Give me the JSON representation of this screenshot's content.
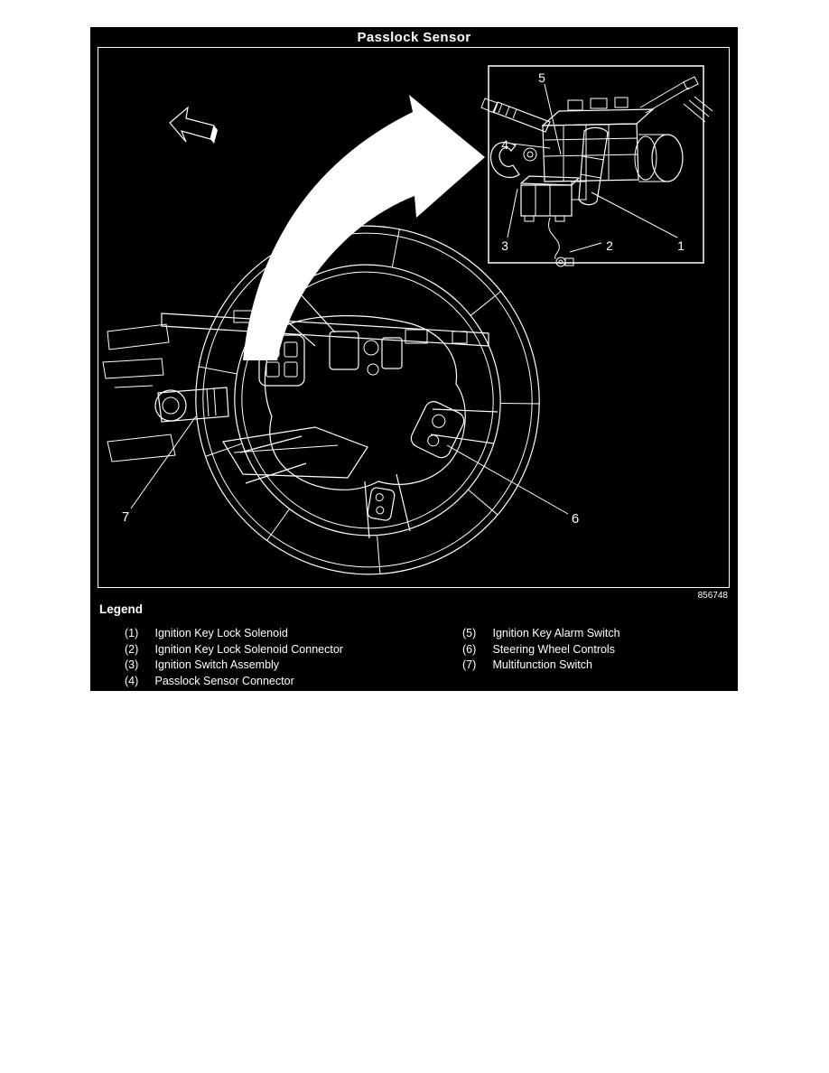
{
  "figure": {
    "title": "Passlock Sensor",
    "figure_number": "856748",
    "colors": {
      "panel_bg": "#000000",
      "line": "#ffffff",
      "page_bg": "#ffffff"
    },
    "callouts": {
      "n1": "1",
      "n2": "2",
      "n3": "3",
      "n4": "4",
      "n5": "5",
      "n6": "6",
      "n7": "7"
    },
    "legend": {
      "heading": "Legend",
      "left_items": [
        {
          "num": "(1)",
          "label": "Ignition Key Lock Solenoid"
        },
        {
          "num": "(2)",
          "label": "Ignition Key Lock Solenoid Connector"
        },
        {
          "num": "(3)",
          "label": "Ignition Switch Assembly"
        },
        {
          "num": "(4)",
          "label": "Passlock Sensor Connector"
        }
      ],
      "right_items": [
        {
          "num": "(5)",
          "label": "Ignition Key Alarm Switch"
        },
        {
          "num": "(6)",
          "label": "Steering Wheel Controls"
        },
        {
          "num": "(7)",
          "label": "Multifunction Switch"
        }
      ]
    }
  }
}
